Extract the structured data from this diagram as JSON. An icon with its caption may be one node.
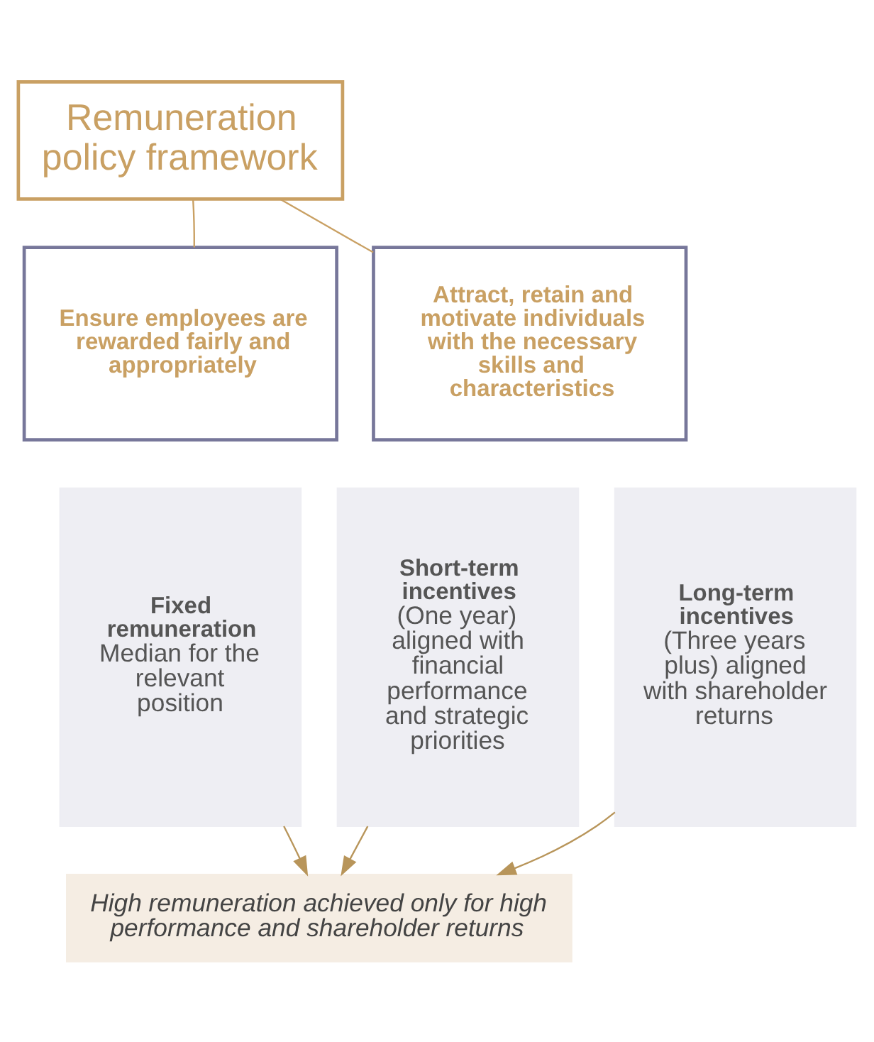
{
  "diagram": {
    "nodes": [
      {
        "text": [
          "Remuneration policy framework"
        ]
      },
      {
        "text": [
          "Ensure employees are rewarded fairly and appropriately"
        ]
      },
      {
        "text": [
          "Attract, retain and motivate individuals with the necessary skills and characteristics"
        ]
      },
      {
        "text": [
          "Fixed remuneration",
          "Median for the relevant position"
        ]
      },
      {
        "text": [
          "Short-term incentives",
          "(One year) aligned with financial performance and strategic priorities"
        ]
      },
      {
        "text": [
          "Long-term incentives",
          "(Three years plus) aligned with shareholder returns"
        ]
      },
      {
        "text": [
          "High remuneration achieved only for high performance and shareholder returns"
        ]
      }
    ],
    "edges": [
      {
        "from": 0,
        "to": 1,
        "arrow": "none",
        "color": "#c9a063"
      },
      {
        "from": 0,
        "to": 2,
        "arrow": "none",
        "color": "#c9a063"
      },
      {
        "from": 3,
        "to": 6,
        "arrow": "to"
      },
      {
        "from": 4,
        "to": 6,
        "arrow": "to"
      },
      {
        "from": 5,
        "to": 6,
        "arrow": "to"
      }
    ]
  }
}
